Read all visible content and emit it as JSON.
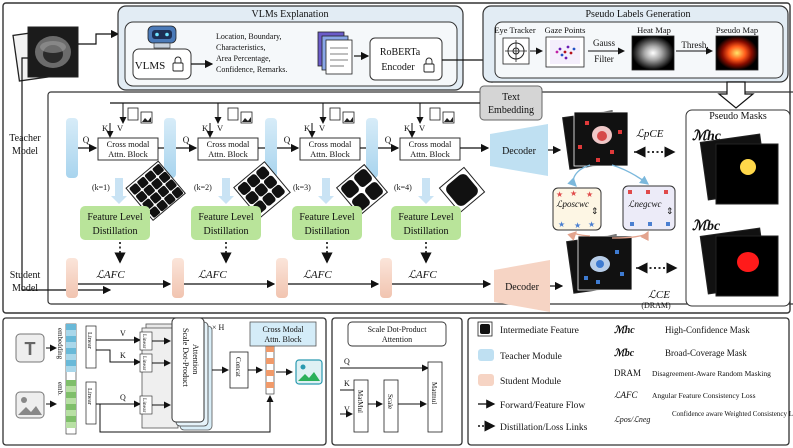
{
  "top": {
    "vlm_title": "VLMs Explanation",
    "vlm_label": "VLMS",
    "vlm_desc": [
      "Location, Boundary,",
      "Characteristics,",
      "Area Percentage,",
      "Confidence, Remarks."
    ],
    "encoder": [
      "RoBERTa",
      "Encoder"
    ],
    "pseudo_title": "Pseudo Labels Generation",
    "eye_tracker": "Eye Tracker",
    "gaze_points": "Gaze Points",
    "heat_map": "Heat Map",
    "pseudo_map": "Pseudo Map",
    "gauss": [
      "Gauss",
      "Filter"
    ],
    "thresh": "Thresh.",
    "text_embedding": [
      "Text",
      "Embedding"
    ]
  },
  "main": {
    "teacher_model": [
      "Teacher",
      "Model"
    ],
    "student_model": [
      "Student",
      "Model"
    ],
    "cma_label": [
      "Cross modal",
      "Attn. Block"
    ],
    "kv_labels": [
      "K",
      "V",
      "Q"
    ],
    "stages": [
      "(k=1)",
      "(k=2)",
      "(k=3)",
      "(k=4)"
    ],
    "fld_label": [
      "Feature Level",
      "Distillation"
    ],
    "decoder": "Decoder",
    "afc": "ℒAFC",
    "pce": "ℒpCE",
    "ce": "ℒCE",
    "dram": "(DRAM)",
    "pos": "ℒposcwc",
    "neg": "ℒnegcwc",
    "pseudo_masks": "Pseudo Masks",
    "mhc": "ℳhc",
    "mbc": "ℳbc"
  },
  "detail": {
    "embedding": "embedding",
    "emb": "emb.",
    "linear": "Linear",
    "v": "V",
    "k": "K",
    "q": "Q",
    "sdpa": [
      "Scale Dot-Product",
      "Attention"
    ],
    "concat": "Concat",
    "xh": "× H",
    "cma": [
      "Cross Modal",
      "Attn. Block"
    ],
    "sdpa_box_title": [
      "Scale Dot-Product",
      "Attention"
    ],
    "matmul": "MatMul",
    "scale": "Scale",
    "matmul2": "Matmul"
  },
  "legend": [
    {
      "key": "Intermediate Feature"
    },
    {
      "key": "Teacher Module"
    },
    {
      "key": "Student Module"
    },
    {
      "key": "Forward/Feature Flow"
    },
    {
      "key": "Distillation/Loss Links"
    }
  ],
  "legend_right": [
    {
      "sym": "ℳhc",
      "text": "High-Confidence Mask"
    },
    {
      "sym": "ℳbc",
      "text": "Broad-Coverage Mask"
    },
    {
      "sym": "DRAM",
      "text": "Disagreement-Aware Random Masking"
    },
    {
      "sym": "ℒAFC",
      "text": "Angular Feature Consistency Loss"
    },
    {
      "sym": "ℒpos/ℒneg",
      "text": "Confidence aware Weighted Consistency Loss"
    }
  ],
  "colors": {
    "teacher": "#bfe0f2",
    "student": "#f6d4c4",
    "fld": "#b9e49a",
    "vlm_box": "#e2ecf4",
    "border": "#333333"
  }
}
